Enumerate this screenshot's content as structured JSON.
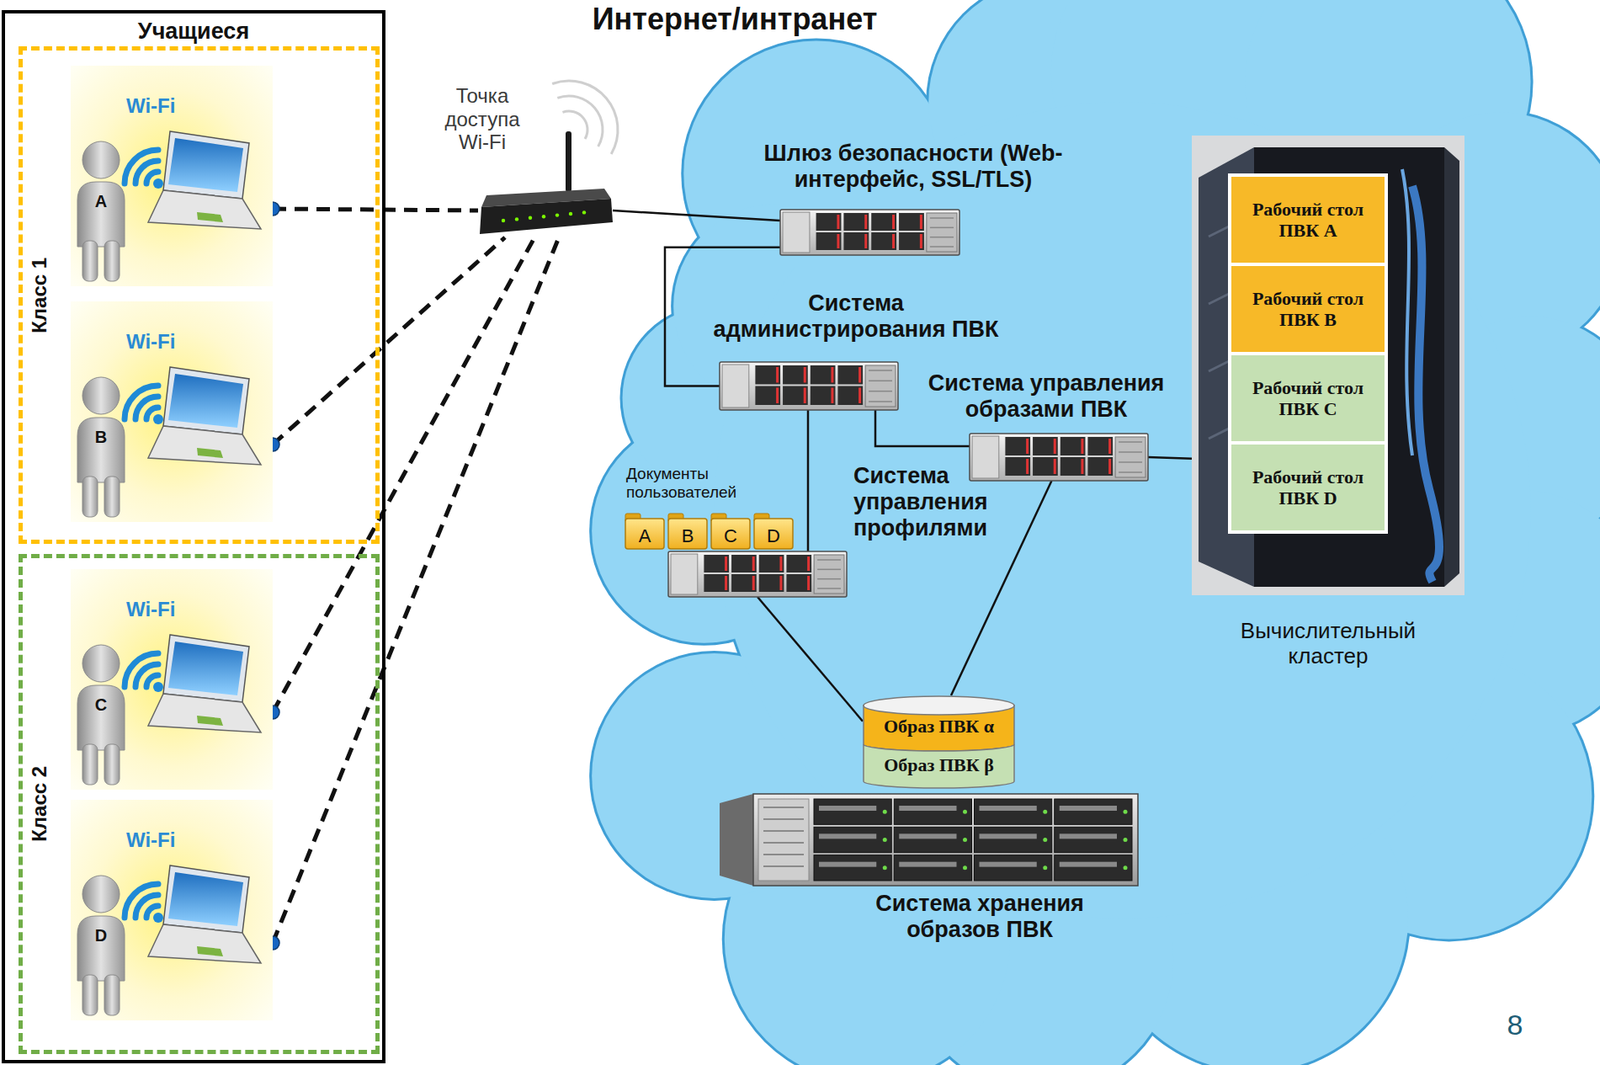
{
  "diagram": {
    "title": "Интернет/интранет",
    "nodes": [
      {
        "text": [
          "Учащиеся"
        ]
      },
      {
        "text": [
          "Класс 1"
        ],
        "in": 0
      },
      {
        "text": [
          "Wi-Fi",
          "A"
        ],
        "in": 1
      },
      {
        "text": [
          "Wi-Fi",
          "B"
        ],
        "in": 1
      },
      {
        "text": [
          "Класс 2"
        ],
        "in": 0
      },
      {
        "text": [
          "Wi-Fi",
          "C"
        ],
        "in": 4
      },
      {
        "text": [
          "Wi-Fi",
          "D"
        ],
        "in": 4
      },
      {
        "text": [
          "Точка доступа Wi-Fi"
        ]
      },
      {
        "text": [
          "Шлюз безопасности (Web-интерфейс, SSL/TLS)"
        ]
      },
      {
        "text": [
          "Система администрирования ПВК"
        ]
      },
      {
        "text": [
          "Система управления образами ПВК"
        ]
      },
      {
        "text": [
          "Документы пользователей",
          "A",
          "B",
          "C",
          "D",
          "Система управления профилями"
        ]
      },
      {
        "text": [
          "Вычислительный кластер"
        ]
      },
      {
        "text": [
          "Рабочий стол ПВК A"
        ],
        "in": 12
      },
      {
        "text": [
          "Рабочий стол ПВК B"
        ],
        "in": 12
      },
      {
        "text": [
          "Рабочий стол ПВК C"
        ],
        "in": 12
      },
      {
        "text": [
          "Рабочий стол ПВК D"
        ],
        "in": 12
      },
      {
        "text": [
          "Система хранения образов ПВК"
        ]
      },
      {
        "text": [
          "Образ ПВК α"
        ],
        "in": 17
      },
      {
        "text": [
          "Образ ПВК β"
        ],
        "in": 17
      }
    ],
    "edges": [
      {
        "from": 2,
        "to": 7,
        "arrow": "none"
      },
      {
        "from": 3,
        "to": 7,
        "arrow": "none"
      },
      {
        "from": 5,
        "to": 7,
        "arrow": "none"
      },
      {
        "from": 6,
        "to": 7,
        "arrow": "none"
      },
      {
        "from": 7,
        "to": 8,
        "arrow": "none"
      },
      {
        "from": 8,
        "to": 9,
        "arrow": "none"
      },
      {
        "from": 9,
        "to": 10,
        "arrow": "none"
      },
      {
        "from": 9,
        "to": 11,
        "arrow": "none"
      },
      {
        "from": 11,
        "to": 18,
        "arrow": "none"
      },
      {
        "from": 10,
        "to": 18,
        "arrow": "none"
      },
      {
        "from": 10,
        "to": 12,
        "arrow": "none"
      }
    ],
    "labels": [
      "8"
    ]
  }
}
